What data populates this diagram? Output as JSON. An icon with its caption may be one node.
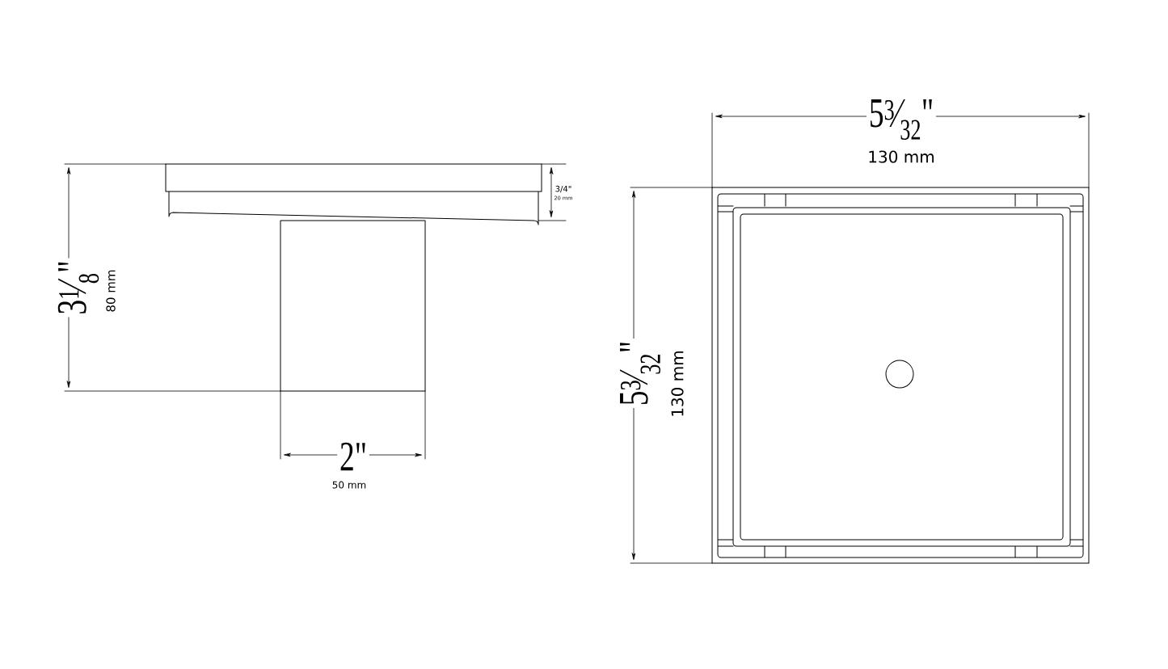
{
  "diagram": {
    "labels": [
      "3/4\"",
      "20 mm",
      "3$^{1}$⁄$_{8}$\"",
      "80 mm",
      "2\"",
      "50 mm",
      "5$^{3}$⁄$_{32}$\"",
      "130 mm",
      "5$^{3}$⁄$_{32}$\"",
      "130 mm"
    ]
  }
}
